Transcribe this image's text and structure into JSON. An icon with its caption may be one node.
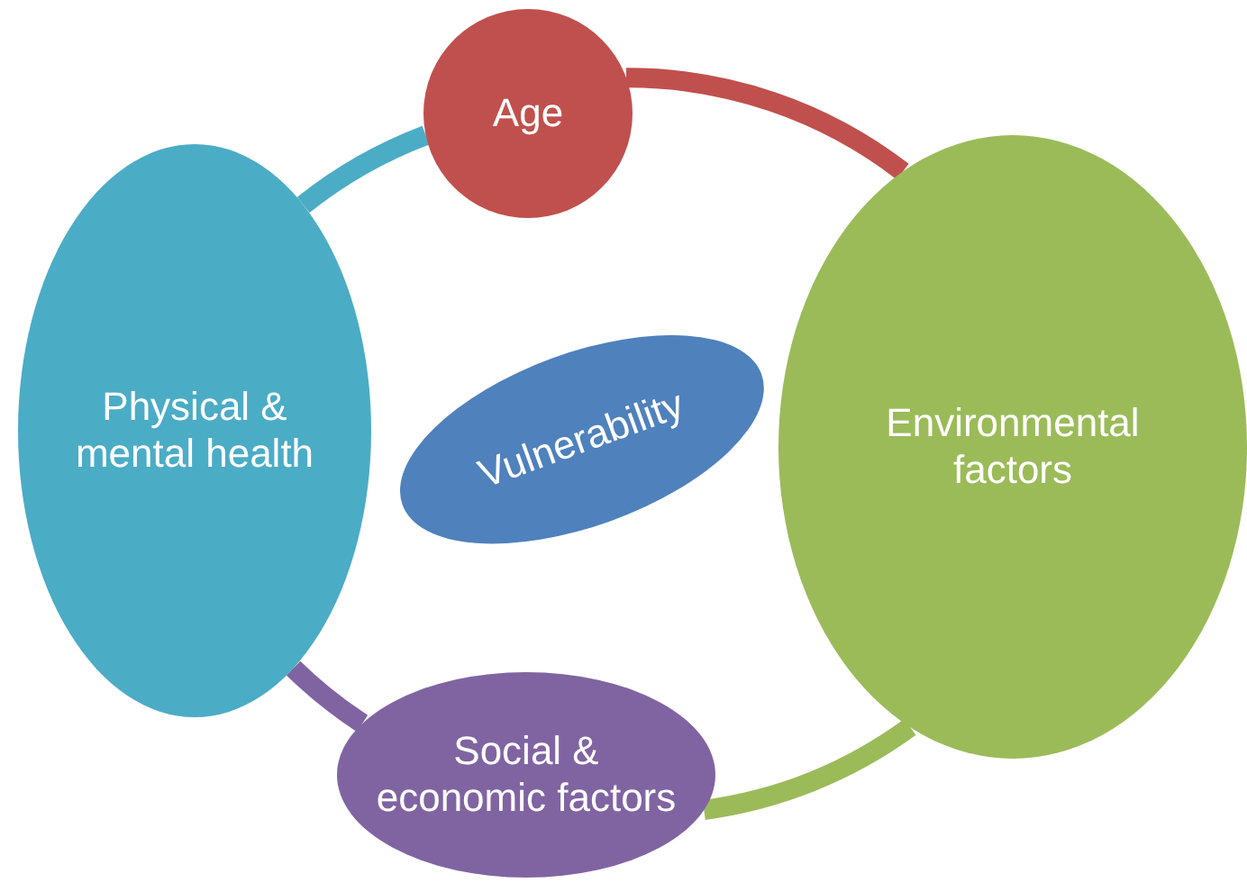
{
  "diagram": {
    "nodes": [
      {
        "text": [
          "Age"
        ]
      },
      {
        "text": [
          "Environmental factors"
        ]
      },
      {
        "text": [
          "Social & economic factors"
        ]
      },
      {
        "text": [
          "Physical & mental health"
        ]
      },
      {
        "text": [
          "Vulnerability"
        ]
      }
    ],
    "edges": [
      {
        "from": 0,
        "to": 1,
        "arrow": "none",
        "color": "#c0504d"
      },
      {
        "from": 1,
        "to": 2,
        "arrow": "none",
        "color": "#9bbb59"
      },
      {
        "from": 2,
        "to": 3,
        "arrow": "none",
        "color": "#8064a2"
      },
      {
        "from": 3,
        "to": 0,
        "arrow": "none",
        "color": "#4bacc6"
      }
    ]
  }
}
